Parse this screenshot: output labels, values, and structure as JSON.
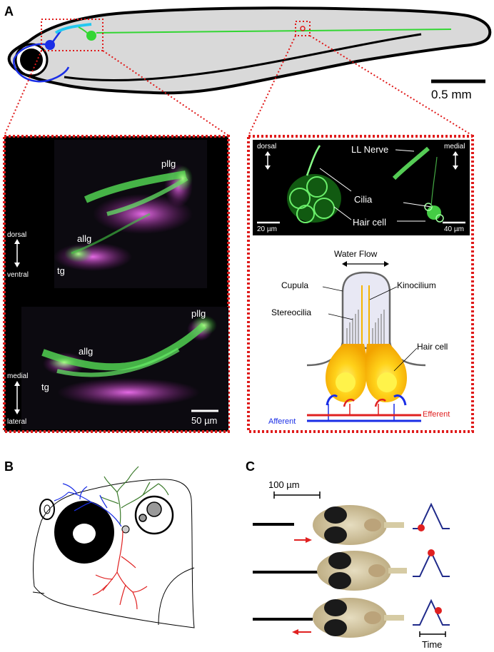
{
  "panels": {
    "a": {
      "letter": "A",
      "scale_bar": "0.5 mm"
    },
    "b": {
      "letter": "B"
    },
    "c": {
      "letter": "C",
      "scale_bar": "100 µm",
      "time_label": "Time"
    }
  },
  "confocal": {
    "top": {
      "pllg": "pllg",
      "allg": "allg",
      "tg": "tg",
      "axis_top": "dorsal",
      "axis_bottom": "ventral"
    },
    "bottom": {
      "pllg": "pllg",
      "allg": "allg",
      "tg": "tg",
      "axis_top": "medial",
      "axis_bottom": "lateral",
      "scale": "50 µm"
    }
  },
  "neuromast_image": {
    "ll_nerve": "LL Nerve",
    "cilia": "Cilia",
    "hair_cell": "Hair cell",
    "dorsal": "dorsal",
    "medial": "medial",
    "scale_left": "20 µm",
    "scale_right": "40 µm"
  },
  "schematic": {
    "water_flow": "Water Flow",
    "cupula": "Cupula",
    "kinocilium": "Kinocilium",
    "stereocilia": "Stereocilia",
    "hair_cell": "Hair cell",
    "afferent": "Afferent",
    "efferent": "Efferent"
  },
  "colors": {
    "green": "#33d633",
    "blue": "#1a2ee6",
    "cyan": "#22c8f0",
    "red": "#e02020",
    "dotted_red": "#e01a1a",
    "trace": "#1f2a8a",
    "hair_cell": "#f5b400",
    "cupula": "#e8e8f4"
  }
}
